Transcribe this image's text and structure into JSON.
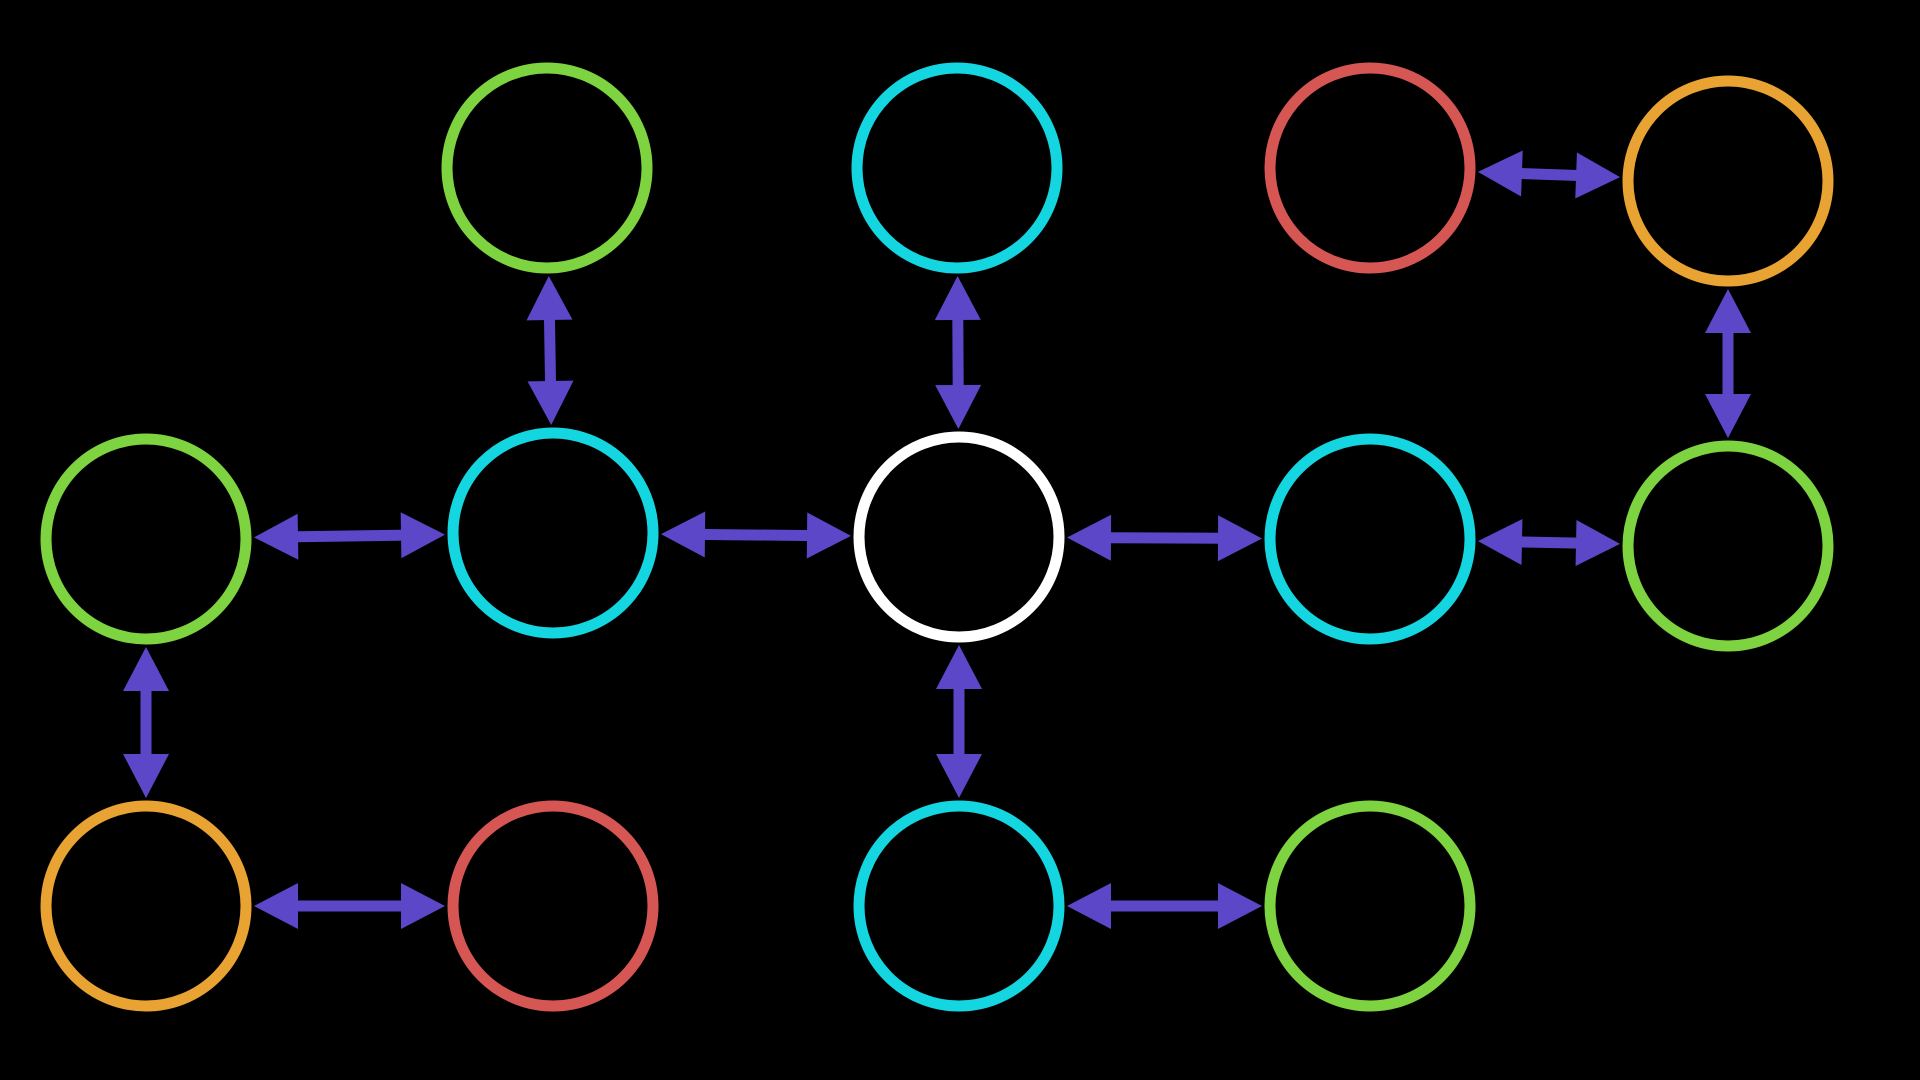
{
  "diagram": {
    "background_color": "#000000",
    "arrow_color": "#5b47c8",
    "node_colors": {
      "green": "#7ed340",
      "cyan": "#14d6e0",
      "red": "#d65653",
      "orange": "#e9a332",
      "white": "#ffffff"
    },
    "nodes": [
      {
        "id": "n-top-green",
        "color": "green"
      },
      {
        "id": "n-top-cyan",
        "color": "cyan"
      },
      {
        "id": "n-top-red",
        "color": "red"
      },
      {
        "id": "n-top-orange",
        "color": "orange"
      },
      {
        "id": "n-left-green",
        "color": "green"
      },
      {
        "id": "n-midleft-cyan",
        "color": "cyan"
      },
      {
        "id": "n-center-white",
        "color": "white"
      },
      {
        "id": "n-midright-cyan",
        "color": "cyan"
      },
      {
        "id": "n-right-green",
        "color": "green"
      },
      {
        "id": "n-bottom-orange",
        "color": "orange"
      },
      {
        "id": "n-bottom-red",
        "color": "red"
      },
      {
        "id": "n-bottom-cyan",
        "color": "cyan"
      },
      {
        "id": "n-bottom-green",
        "color": "green"
      }
    ],
    "edges": [
      {
        "from": "n-top-green",
        "to": "n-midleft-cyan",
        "type": "bidirectional"
      },
      {
        "from": "n-top-cyan",
        "to": "n-center-white",
        "type": "bidirectional"
      },
      {
        "from": "n-top-red",
        "to": "n-top-orange",
        "type": "bidirectional"
      },
      {
        "from": "n-top-orange",
        "to": "n-right-green",
        "type": "bidirectional"
      },
      {
        "from": "n-left-green",
        "to": "n-midleft-cyan",
        "type": "bidirectional"
      },
      {
        "from": "n-midleft-cyan",
        "to": "n-center-white",
        "type": "bidirectional"
      },
      {
        "from": "n-center-white",
        "to": "n-midright-cyan",
        "type": "bidirectional"
      },
      {
        "from": "n-midright-cyan",
        "to": "n-right-green",
        "type": "bidirectional"
      },
      {
        "from": "n-left-green",
        "to": "n-bottom-orange",
        "type": "bidirectional"
      },
      {
        "from": "n-center-white",
        "to": "n-bottom-cyan",
        "type": "bidirectional"
      },
      {
        "from": "n-bottom-orange",
        "to": "n-bottom-red",
        "type": "bidirectional"
      },
      {
        "from": "n-bottom-cyan",
        "to": "n-bottom-green",
        "type": "bidirectional"
      }
    ]
  }
}
